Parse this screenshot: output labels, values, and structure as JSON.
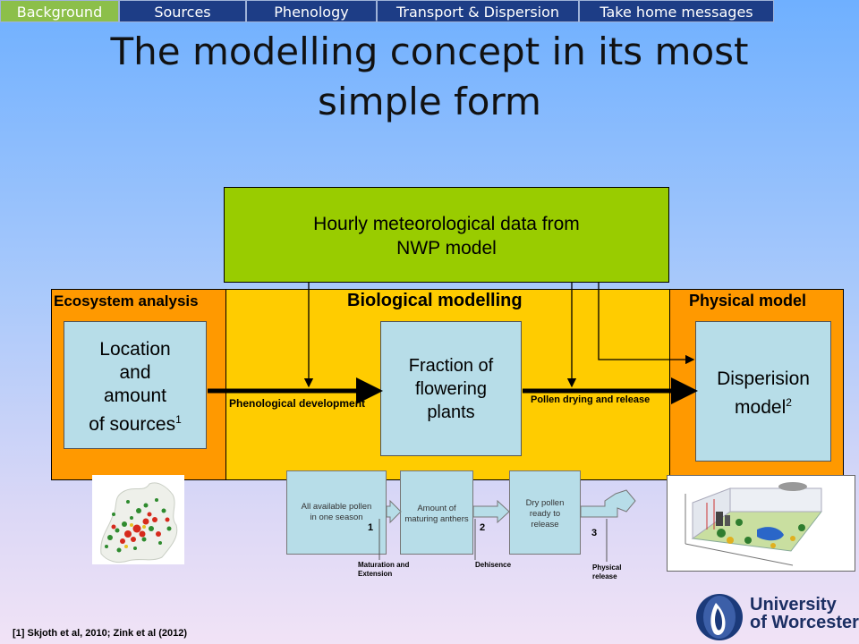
{
  "nav": {
    "tabs": [
      {
        "label": "Background",
        "active": true
      },
      {
        "label": "Sources",
        "active": false
      },
      {
        "label": "Phenology",
        "active": false
      },
      {
        "label": "Transport & Dispersion",
        "active": false
      },
      {
        "label": "Take home messages",
        "active": false
      }
    ]
  },
  "slide": {
    "title_line1": "The modelling concept in its most",
    "title_line2": "simple form"
  },
  "diagram": {
    "met_box": {
      "line1": "Hourly meteorological data from",
      "line2": "NWP model"
    },
    "sections": {
      "ecosystem": "Ecosystem analysis",
      "biological": "Biological modelling",
      "physical": "Physical model"
    },
    "sources_box": {
      "line1": "Location",
      "line2": "and",
      "line3": "amount",
      "line4": "of sources",
      "sup": "1"
    },
    "fraction_box": {
      "line1": "Fraction of",
      "line2": "flowering",
      "line3": "plants"
    },
    "dispersion_box": {
      "line1": "Disperision",
      "line2": "model",
      "sup": "2"
    },
    "arrow_labels": {
      "phenological": "Phenological development",
      "drying": "Pollen drying and release"
    },
    "flow": {
      "steps": [
        {
          "line1": "All available pollen",
          "line2": "in one season"
        },
        {
          "line1": "Amount of",
          "line2": "maturing anthers"
        },
        {
          "line1": "Dry pollen",
          "line2": "ready to",
          "line3": "release"
        }
      ],
      "numbers": [
        "1",
        "2",
        "3"
      ],
      "stage_labels": [
        {
          "line1": "Maturation and",
          "line2": "Extension"
        },
        {
          "line1": "Dehisence",
          "line2": ""
        },
        {
          "line1": "Physical",
          "line2": "release"
        }
      ]
    },
    "colors": {
      "met_green": "#99cc00",
      "orange": "#ff9900",
      "yellow": "#ffcc00",
      "box_teal": "#b7dde8"
    }
  },
  "citation": "[1] Skjoth et al, 2010; Zink et al (2012)",
  "logo": {
    "line1": "University",
    "line2": "of Worcester"
  }
}
